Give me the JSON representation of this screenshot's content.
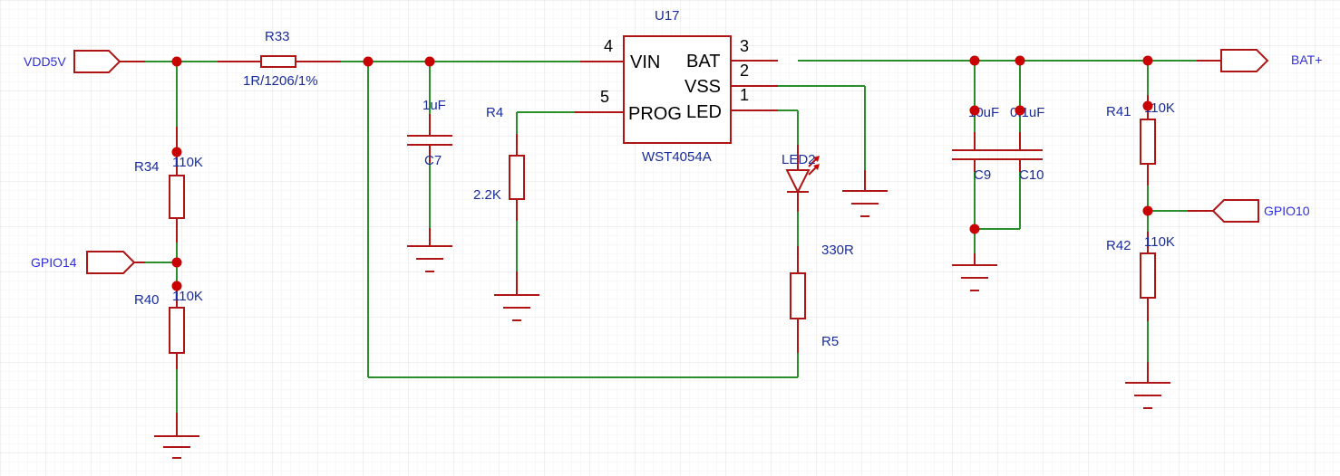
{
  "nets": {
    "vdd": "VDD5V",
    "bat": "BAT+",
    "gpio14": "GPIO14",
    "gpio10": "GPIO10"
  },
  "ic": {
    "ref": "U17",
    "part": "WST4054A",
    "pins": [
      {
        "num": "4",
        "name": "VIN"
      },
      {
        "num": "5",
        "name": "PROG"
      },
      {
        "num": "3",
        "name": "BAT"
      },
      {
        "num": "2",
        "name": "VSS"
      },
      {
        "num": "1",
        "name": "LED"
      }
    ]
  },
  "components": {
    "r33": {
      "ref": "R33",
      "value": "1R/1206/1%"
    },
    "r34": {
      "ref": "R34",
      "value": "110K"
    },
    "r40": {
      "ref": "R40",
      "value": "110K"
    },
    "c7": {
      "ref": "C7",
      "value": "1uF"
    },
    "r4": {
      "ref": "R4",
      "value": "2.2K"
    },
    "led": {
      "ref": "LED2"
    },
    "r5": {
      "ref": "R5",
      "value": "330R"
    },
    "c9": {
      "ref": "C9",
      "value": "10uF"
    },
    "c10": {
      "ref": "C10",
      "value": "0.1uF"
    },
    "r41": {
      "ref": "R41",
      "value": "110K"
    },
    "r42": {
      "ref": "R42",
      "value": "110K"
    }
  },
  "colors": {
    "wire": "#2a8f2a",
    "part": "#b01515",
    "junction": "#c80000",
    "label": "#1a2c9a",
    "grid": "#ebebeb"
  }
}
